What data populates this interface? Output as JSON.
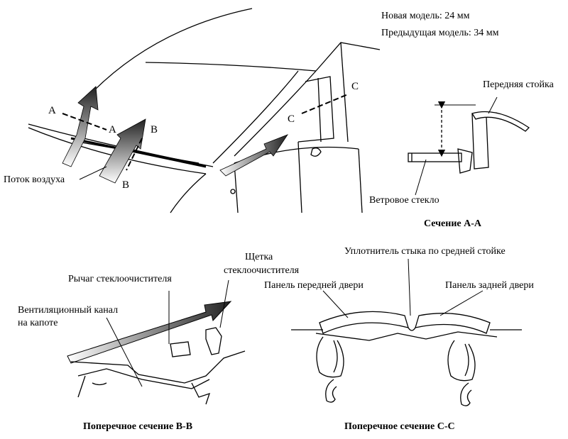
{
  "specs": {
    "new_model": "Новая модель: 24 мм",
    "previous_model": "Предыдущая модель: 34 мм"
  },
  "labels": {
    "airflow": "Поток воздуха",
    "front_pillar": "Передняя стойка",
    "windshield": "Ветровое стекло",
    "wiper_arm": "Рычаг стеклоочистителя",
    "wiper_blade_line1": "Щетка",
    "wiper_blade_line2": "стеклоочистителя",
    "hood_vent_line1": "Вентиляционный канал",
    "hood_vent_line2": "на капоте",
    "center_pillar_seal": "Уплотнитель стыка по средней стойке",
    "front_door_panel": "Панель передней двери",
    "rear_door_panel": "Панель задней двери"
  },
  "section_letters": {
    "a1": "A",
    "a2": "A",
    "b1": "B",
    "b2": "B",
    "c1": "C",
    "c2": "C"
  },
  "titles": {
    "section_aa": "Сечение А-А",
    "section_bb": "Поперечное сечение В-В",
    "section_cc": "Поперечное сечение С-С"
  }
}
